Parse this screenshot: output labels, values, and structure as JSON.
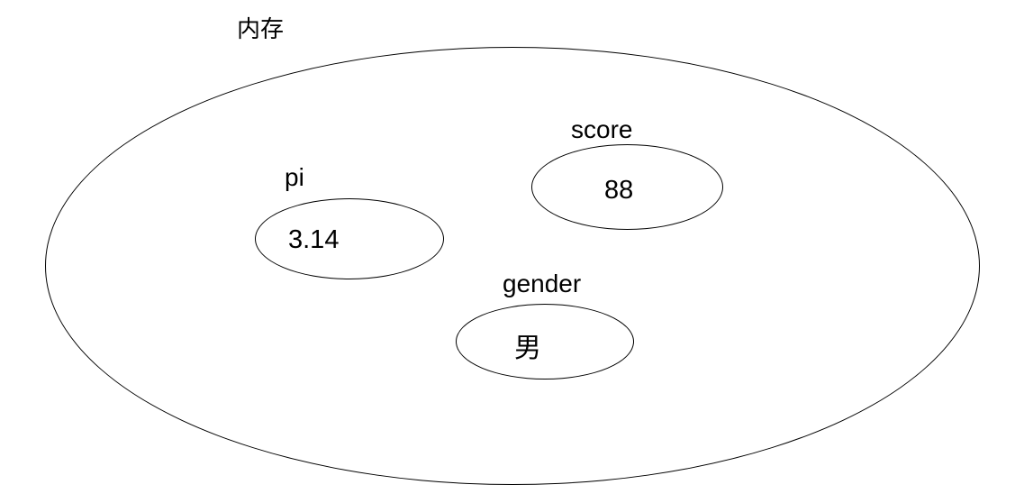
{
  "diagram": {
    "title": "内存",
    "line_color": "#000000",
    "background_color": "#ffffff",
    "variables": [
      {
        "name": "pi",
        "value": "3.14"
      },
      {
        "name": "score",
        "value": "88"
      },
      {
        "name": "gender",
        "value": "男"
      }
    ]
  }
}
